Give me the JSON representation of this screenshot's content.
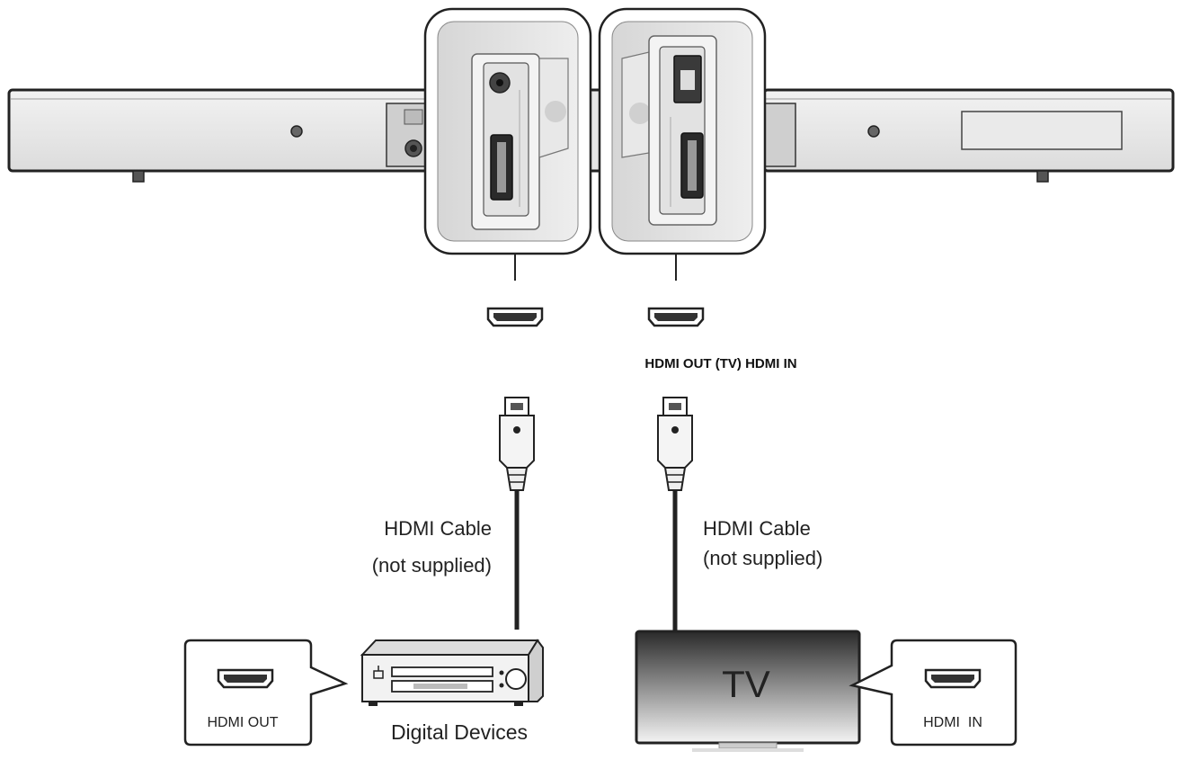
{
  "labels": {
    "hdmi_out_tv": "HDMI OUT (TV) HDMI IN",
    "cable_left_line1": "HDMI Cable",
    "cable_left_line2": "(not supplied)",
    "cable_right_line1": "HDMI Cable",
    "cable_right_line2": "(not supplied)",
    "tv": "TV",
    "digital_devices": "Digital Devices",
    "callout_left": "HDMI OUT",
    "callout_right": "HDMI  IN"
  },
  "colors": {
    "line": "#222222",
    "panel": "#e6e6e6",
    "panel_dark": "#bdbdbd",
    "tv_dark": "#2a2a2a",
    "tv_light": "#f2f2f2"
  }
}
